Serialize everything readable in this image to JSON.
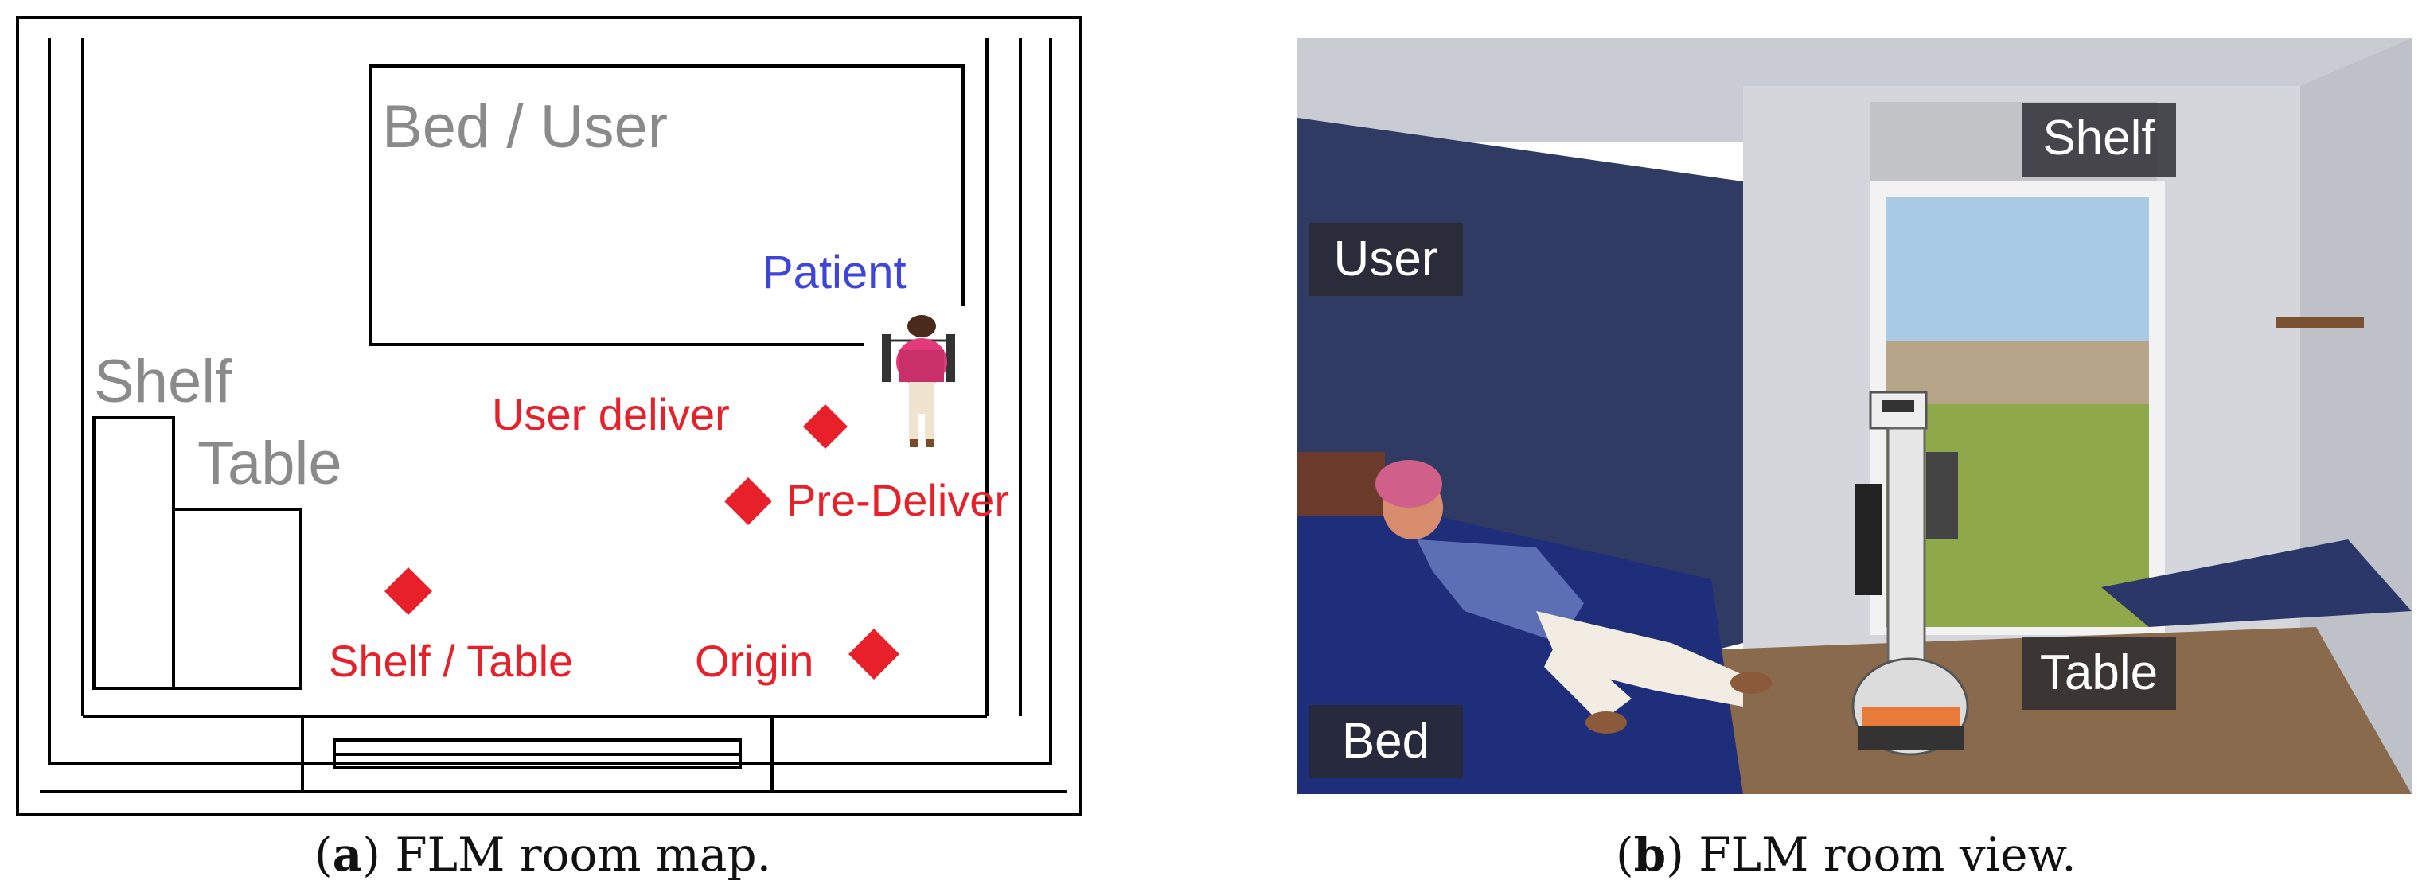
{
  "map": {
    "labels": {
      "bed_user": "Bed / User",
      "patient": "Patient",
      "shelf": "Shelf",
      "table": "Table",
      "user_deliver": "User deliver",
      "pre_deliver": "Pre-Deliver",
      "shelf_table": "Shelf / Table",
      "origin": "Origin"
    },
    "colors": {
      "walls": "#000000",
      "furniture_label": "#8a8a8a",
      "patient_label": "#3f45d8",
      "waypoint": "#e8202a"
    }
  },
  "photo": {
    "labels": {
      "shelf": "Shelf",
      "user": "User",
      "table": "Table",
      "bed": "Bed"
    },
    "colors": {
      "label_bg": "#2a2a30",
      "wall": "#2f3b63",
      "bed": "#1e2e7a",
      "floor": "#8a6a4c"
    }
  },
  "captions": {
    "a_letter": "a",
    "a_text": "FLM room map.",
    "b_letter": "b",
    "b_text": "FLM room view."
  }
}
